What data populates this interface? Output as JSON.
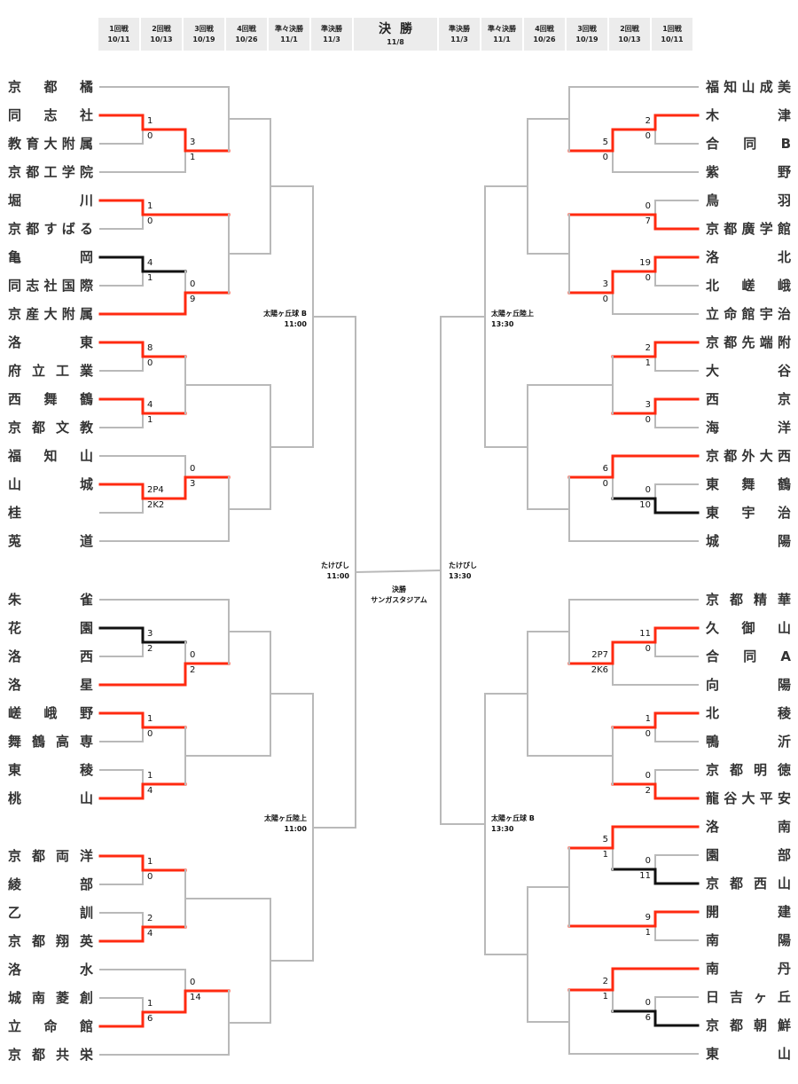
{
  "header": {
    "left_rounds": [
      {
        "round": "1回戦",
        "date": "10/11"
      },
      {
        "round": "2回戦",
        "date": "10/13"
      },
      {
        "round": "3回戦",
        "date": "10/19"
      },
      {
        "round": "4回戦",
        "date": "10/26"
      },
      {
        "round": "準々決勝",
        "date": "11/1"
      },
      {
        "round": "準決勝",
        "date": "11/3"
      }
    ],
    "final": {
      "round": "決勝",
      "date": "11/8"
    },
    "right_rounds": [
      {
        "round": "準決勝",
        "date": "11/3"
      },
      {
        "round": "準々決勝",
        "date": "11/1"
      },
      {
        "round": "4回戦",
        "date": "10/26"
      },
      {
        "round": "3回戦",
        "date": "10/19"
      },
      {
        "round": "2回戦",
        "date": "10/13"
      },
      {
        "round": "1回戦",
        "date": "10/11"
      }
    ]
  },
  "colors": {
    "win": "#ff2a10",
    "upset": "#111111",
    "line": "#b9b9b9"
  },
  "venues": {
    "left_top_qf": {
      "name": "太陽ヶ丘球 B",
      "time": "11:00"
    },
    "left_bottom_qf": {
      "name": "太陽ヶ丘陸上",
      "time": "11:00"
    },
    "left_sf": {
      "name": "たけびし",
      "time": "11:00"
    },
    "right_top_qf": {
      "name": "太陽ヶ丘陸上",
      "time": "13:30"
    },
    "right_bottom_qf": {
      "name": "太陽ヶ丘球 B",
      "time": "13:30"
    },
    "right_sf": {
      "name": "たけびし",
      "time": "13:30"
    },
    "final": {
      "name": "決勝",
      "place": "サンガスタジアム"
    }
  },
  "teams": {
    "left_top": [
      "京都橘",
      "同志社",
      "教育大附属",
      "京都工学院",
      "堀川",
      "京都すばる",
      "亀岡",
      "同志社国際",
      "京産大附属",
      "洛東",
      "府立工業",
      "西舞鶴",
      "京都文教",
      "福知山",
      "山城",
      "桂",
      "莵道"
    ],
    "left_bottom": [
      "朱雀",
      "花園",
      "洛西",
      "洛星",
      "嵯峨野",
      "舞鶴高専",
      "東稜",
      "桃山",
      "京都両洋",
      "綾部",
      "乙訓",
      "京都翔英",
      "洛水",
      "城南菱創",
      "立命館",
      "京都共栄"
    ],
    "right_top": [
      "福知山成美",
      "木津",
      "合同B",
      "紫野",
      "鳥羽",
      "京都廣学館",
      "洛北",
      "北嵯峨",
      "立命館宇治",
      "京都先端附",
      "大谷",
      "西京",
      "海洋",
      "京都外大西",
      "東舞鶴",
      "東宇治",
      "城陽"
    ],
    "right_bottom": [
      "京都精華",
      "久御山",
      "合同A",
      "向陽",
      "北稜",
      "鴨沂",
      "京都明徳",
      "龍谷大平安",
      "洛南",
      "園部",
      "京都西山",
      "開建",
      "南陽",
      "南丹",
      "日吉ヶ丘",
      "京都朝鮮",
      "東山"
    ]
  },
  "brackets": {
    "left_top": {
      "m": [
        {
          "m": [
            {
              "m": [
                {
                  "t": 0
                },
                {
                  "m": [
                    {
                      "m": [
                        {
                          "t": 1
                        },
                        {
                          "t": 2
                        }
                      ],
                      "s": [
                        "1",
                        "0"
                      ],
                      "w": 0,
                      "c": "win"
                    },
                    {
                      "t": 3
                    }
                  ],
                  "s": [
                    "3",
                    "1"
                  ],
                  "w": 0,
                  "c": "win"
                }
              ]
            },
            {
              "m": [
                {
                  "m": [
                    {
                      "t": 4
                    },
                    {
                      "t": 5
                    }
                  ],
                  "s": [
                    "1",
                    "0"
                  ],
                  "w": 0,
                  "c": "win"
                },
                {
                  "m": [
                    {
                      "m": [
                        {
                          "t": 6
                        },
                        {
                          "t": 7
                        }
                      ],
                      "s": [
                        "4",
                        "1"
                      ],
                      "w": 0,
                      "c": "upset"
                    },
                    {
                      "t": 8
                    }
                  ],
                  "s": [
                    "0",
                    "9"
                  ],
                  "w": 1,
                  "c": "win"
                }
              ]
            }
          ]
        },
        {
          "m": [
            {
              "m": [
                {
                  "m": [
                    {
                      "t": 9
                    },
                    {
                      "t": 10
                    }
                  ],
                  "s": [
                    "8",
                    "0"
                  ],
                  "w": 0,
                  "c": "win"
                },
                {
                  "m": [
                    {
                      "t": 11
                    },
                    {
                      "t": 12
                    }
                  ],
                  "s": [
                    "4",
                    "1"
                  ],
                  "w": 0,
                  "c": "win"
                }
              ]
            },
            {
              "m": [
                {
                  "m": [
                    {
                      "t": 13
                    },
                    {
                      "m": [
                        {
                          "t": 14
                        },
                        {
                          "t": 15
                        }
                      ],
                      "s": [
                        "2P4",
                        "2K2"
                      ],
                      "w": 0,
                      "c": "win"
                    }
                  ],
                  "s": [
                    "0",
                    "3"
                  ],
                  "w": 1,
                  "c": "win"
                },
                {
                  "t": 16
                }
              ]
            }
          ]
        }
      ]
    },
    "left_bottom": {
      "m": [
        {
          "m": [
            {
              "m": [
                {
                  "t": 0
                },
                {
                  "m": [
                    {
                      "m": [
                        {
                          "t": 1
                        },
                        {
                          "t": 2
                        }
                      ],
                      "s": [
                        "3",
                        "2"
                      ],
                      "w": 0,
                      "c": "upset"
                    },
                    {
                      "t": 3
                    }
                  ],
                  "s": [
                    "0",
                    "2"
                  ],
                  "w": 1,
                  "c": "win"
                }
              ]
            },
            {
              "m": [
                {
                  "m": [
                    {
                      "t": 4
                    },
                    {
                      "t": 5
                    }
                  ],
                  "s": [
                    "1",
                    "0"
                  ],
                  "w": 0,
                  "c": "win"
                },
                {
                  "m": [
                    {
                      "t": 6
                    },
                    {
                      "t": 7
                    }
                  ],
                  "s": [
                    "1",
                    "4"
                  ],
                  "w": 1,
                  "c": "win"
                }
              ]
            }
          ]
        },
        {
          "m": [
            {
              "m": [
                {
                  "m": [
                    {
                      "t": 8
                    },
                    {
                      "t": 9
                    }
                  ],
                  "s": [
                    "1",
                    "0"
                  ],
                  "w": 0,
                  "c": "win"
                },
                {
                  "m": [
                    {
                      "t": 10
                    },
                    {
                      "t": 11
                    }
                  ],
                  "s": [
                    "2",
                    "4"
                  ],
                  "w": 1,
                  "c": "win"
                }
              ]
            },
            {
              "m": [
                {
                  "m": [
                    {
                      "t": 12
                    },
                    {
                      "m": [
                        {
                          "t": 13
                        },
                        {
                          "t": 14
                        }
                      ],
                      "s": [
                        "1",
                        "6"
                      ],
                      "w": 1,
                      "c": "win"
                    }
                  ],
                  "s": [
                    "0",
                    "14"
                  ],
                  "w": 1,
                  "c": "win"
                },
                {
                  "t": 15
                }
              ]
            }
          ]
        }
      ]
    },
    "right_top": {
      "m": [
        {
          "m": [
            {
              "m": [
                {
                  "t": 0
                },
                {
                  "m": [
                    {
                      "m": [
                        {
                          "t": 1
                        },
                        {
                          "t": 2
                        }
                      ],
                      "s": [
                        "2",
                        "0"
                      ],
                      "w": 0,
                      "c": "win"
                    },
                    {
                      "t": 3
                    }
                  ],
                  "s": [
                    "5",
                    "0"
                  ],
                  "w": 0,
                  "c": "win"
                }
              ]
            },
            {
              "m": [
                {
                  "m": [
                    {
                      "t": 4
                    },
                    {
                      "t": 5
                    }
                  ],
                  "s": [
                    "0",
                    "7"
                  ],
                  "w": 1,
                  "c": "win"
                },
                {
                  "m": [
                    {
                      "m": [
                        {
                          "t": 6
                        },
                        {
                          "t": 7
                        }
                      ],
                      "s": [
                        "19",
                        "0"
                      ],
                      "w": 0,
                      "c": "win"
                    },
                    {
                      "t": 8
                    }
                  ],
                  "s": [
                    "3",
                    "0"
                  ],
                  "w": 0,
                  "c": "win"
                }
              ]
            }
          ]
        },
        {
          "m": [
            {
              "m": [
                {
                  "m": [
                    {
                      "t": 9
                    },
                    {
                      "t": 10
                    }
                  ],
                  "s": [
                    "2",
                    "1"
                  ],
                  "w": 0,
                  "c": "win"
                },
                {
                  "m": [
                    {
                      "t": 11
                    },
                    {
                      "t": 12
                    }
                  ],
                  "s": [
                    "3",
                    "0"
                  ],
                  "w": 0,
                  "c": "win"
                }
              ]
            },
            {
              "m": [
                {
                  "m": [
                    {
                      "t": 13
                    },
                    {
                      "m": [
                        {
                          "t": 14
                        },
                        {
                          "t": 15
                        }
                      ],
                      "s": [
                        "0",
                        "10"
                      ],
                      "w": 1,
                      "c": "upset"
                    }
                  ],
                  "s": [
                    "6",
                    "0"
                  ],
                  "w": 0,
                  "c": "win"
                },
                {
                  "t": 16
                }
              ]
            }
          ]
        }
      ]
    },
    "right_bottom": {
      "m": [
        {
          "m": [
            {
              "m": [
                {
                  "t": 0
                },
                {
                  "m": [
                    {
                      "m": [
                        {
                          "t": 1
                        },
                        {
                          "t": 2
                        }
                      ],
                      "s": [
                        "11",
                        "0"
                      ],
                      "w": 0,
                      "c": "win"
                    },
                    {
                      "t": 3
                    }
                  ],
                  "s": [
                    "2P7",
                    "2K6"
                  ],
                  "w": 0,
                  "c": "win"
                }
              ]
            },
            {
              "m": [
                {
                  "m": [
                    {
                      "t": 4
                    },
                    {
                      "t": 5
                    }
                  ],
                  "s": [
                    "1",
                    "0"
                  ],
                  "w": 0,
                  "c": "win"
                },
                {
                  "m": [
                    {
                      "t": 6
                    },
                    {
                      "t": 7
                    }
                  ],
                  "s": [
                    "0",
                    "2"
                  ],
                  "w": 1,
                  "c": "win"
                }
              ]
            }
          ]
        },
        {
          "m": [
            {
              "m": [
                {
                  "m": [
                    {
                      "t": 8
                    },
                    {
                      "m": [
                        {
                          "t": 9
                        },
                        {
                          "t": 10
                        }
                      ],
                      "s": [
                        "0",
                        "11"
                      ],
                      "w": 1,
                      "c": "upset"
                    }
                  ],
                  "s": [
                    "5",
                    "1"
                  ],
                  "w": 0,
                  "c": "win"
                },
                {
                  "m": [
                    {
                      "t": 11
                    },
                    {
                      "t": 12
                    }
                  ],
                  "s": [
                    "9",
                    "1"
                  ],
                  "w": 0,
                  "c": "win"
                }
              ]
            },
            {
              "m": [
                {
                  "m": [
                    {
                      "t": 13
                    },
                    {
                      "m": [
                        {
                          "t": 14
                        },
                        {
                          "t": 15
                        }
                      ],
                      "s": [
                        "0",
                        "6"
                      ],
                      "w": 1,
                      "c": "upset"
                    }
                  ],
                  "s": [
                    "2",
                    "1"
                  ],
                  "w": 0,
                  "c": "win"
                },
                {
                  "t": 16
                }
              ]
            }
          ]
        }
      ]
    }
  }
}
